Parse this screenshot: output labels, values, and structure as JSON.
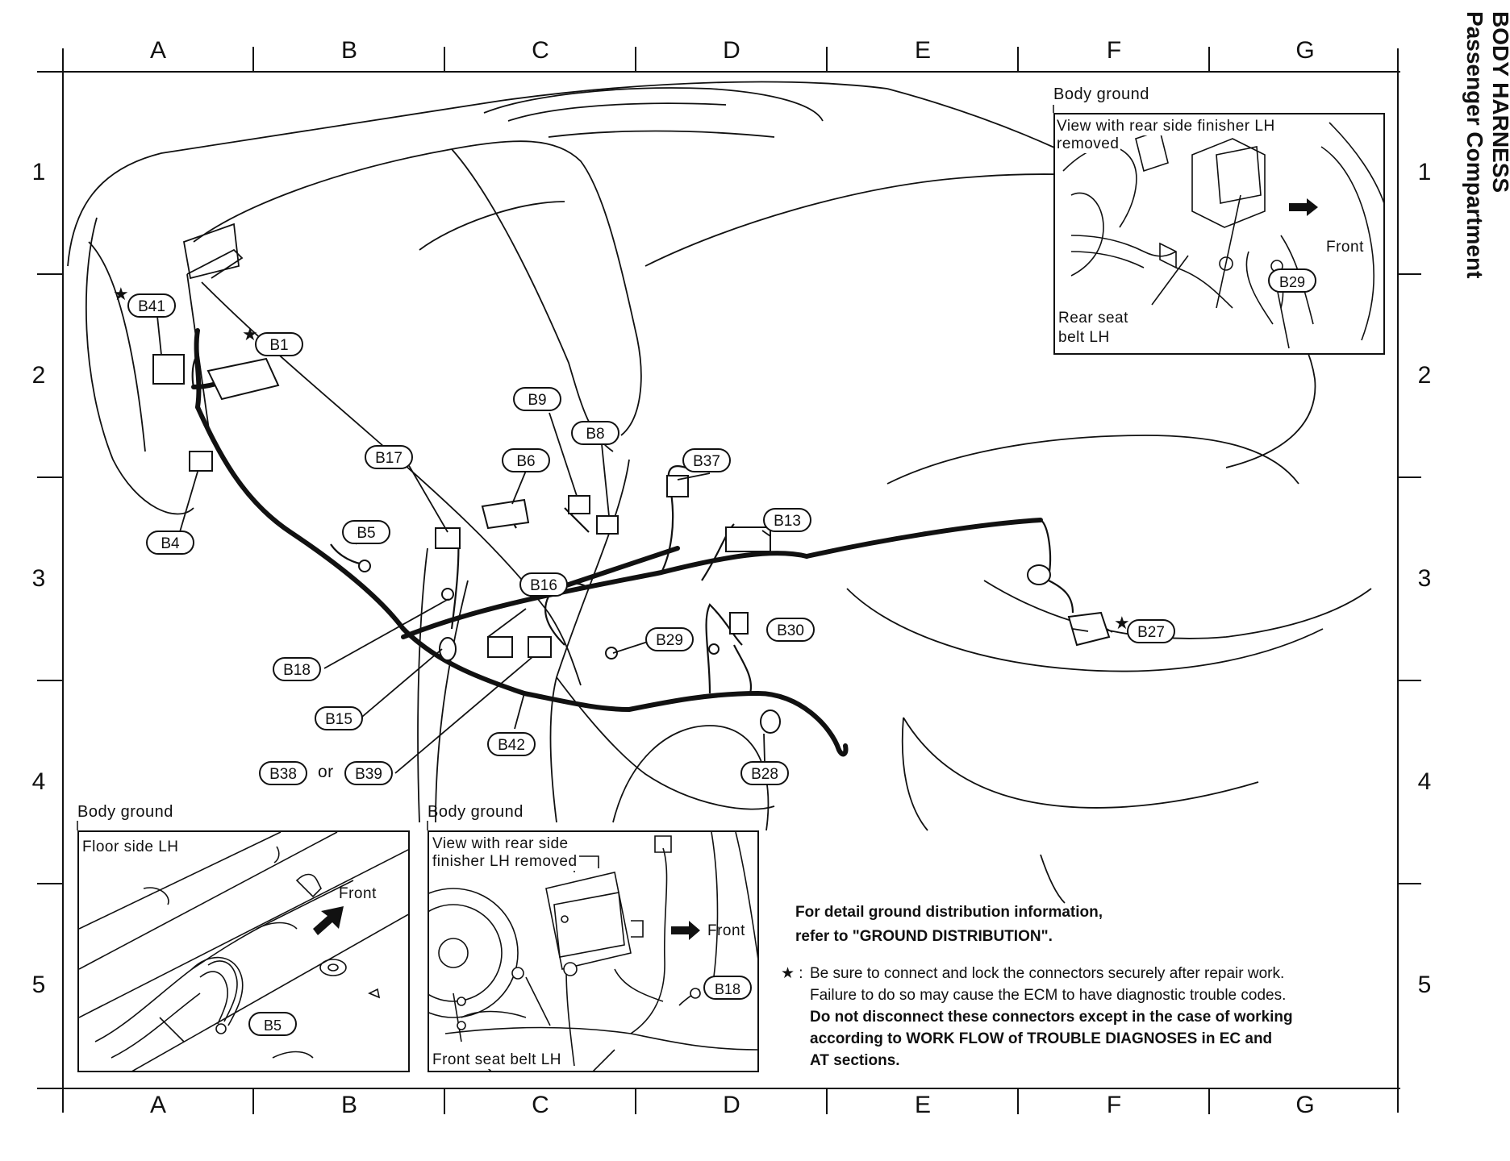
{
  "title": {
    "line1": "BODY HARNESS",
    "line2": "Passenger Compartment"
  },
  "grid": {
    "columns": [
      "A",
      "B",
      "C",
      "D",
      "E",
      "F",
      "G"
    ],
    "rows": [
      "1",
      "2",
      "3",
      "4",
      "5"
    ]
  },
  "connectors": {
    "b41": "B41",
    "b1": "B1",
    "b4": "B4",
    "b5": "B5",
    "b6": "B6",
    "b8": "B8",
    "b9": "B9",
    "b13": "B13",
    "b15": "B15",
    "b16": "B16",
    "b17": "B17",
    "b18": "B18",
    "b27": "B27",
    "b28": "B28",
    "b29": "B29",
    "b30": "B30",
    "b37": "B37",
    "b38": "B38",
    "b39": "B39",
    "b42": "B42",
    "or": "or",
    "inset_b29": "B29",
    "inset_b5": "B5",
    "inset_b18": "B18"
  },
  "star_symbol": "★",
  "inset_top_right": {
    "heading": "Body ground",
    "view_line1": "View with rear side finisher LH",
    "view_line2": "removed",
    "rear_line1": "Rear seat",
    "rear_line2": "belt LH",
    "front": "Front"
  },
  "inset_bottom_left": {
    "heading": "Body ground",
    "floor": "Floor side LH",
    "front": "Front"
  },
  "inset_bottom_center": {
    "heading": "Body ground",
    "view_line1": "View with rear side",
    "view_line2": "finisher LH removed",
    "front": "Front",
    "seat_belt": "Front seat belt LH"
  },
  "notes": {
    "line1": "For detail ground distribution information,",
    "line2": "refer to \"GROUND DISTRIBUTION\".",
    "star_prefix": "★ :",
    "line3": "Be sure to connect and lock the connectors securely after repair work.",
    "line4": "Failure to do so may cause the ECM to have diagnostic trouble codes.",
    "line5": "Do not disconnect these connectors except in the case of working",
    "line6": "according to WORK FLOW of TROUBLE DIAGNOSES in EC and",
    "line7": "AT sections."
  }
}
